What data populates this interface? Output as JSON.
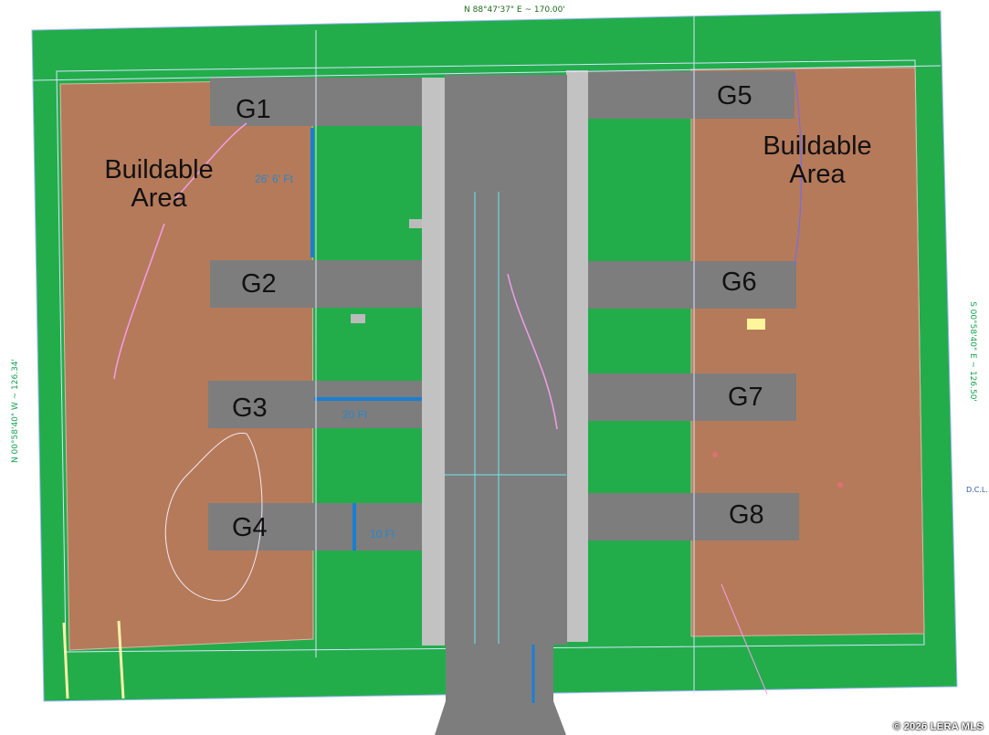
{
  "title_bar_bearing": "N 88°47'37\" E ~ 170.00'",
  "left_bearing": "N 00°58'40\" W ~ 126.34'",
  "right_bearing": "S 00°58'40\" E ~ 126.50'",
  "lots": [
    {
      "id": "G1",
      "label": "G1"
    },
    {
      "id": "G2",
      "label": "G2"
    },
    {
      "id": "G3",
      "label": "G3"
    },
    {
      "id": "G4",
      "label": "G4"
    },
    {
      "id": "G5",
      "label": "G5"
    },
    {
      "id": "G6",
      "label": "G6"
    },
    {
      "id": "G7",
      "label": "G7"
    },
    {
      "id": "G8",
      "label": "G8"
    }
  ],
  "buildable_left": {
    "line1": "Buildable",
    "line2": "Area"
  },
  "buildable_right": {
    "line1": "Buildable",
    "line2": "Area"
  },
  "dimensions": {
    "d1": "26' 6' Ft",
    "d2": "20 Ft",
    "d3": "10 Ft"
  },
  "dcl_label": "D.C.L.",
  "watermark": "© 2026 LERA MLS",
  "colors": {
    "green_space": "#22ad4a",
    "buildable": "#b57a5a",
    "driveway": "#7d7d7d",
    "walkway": "#c2c2c2",
    "dimension_blue": "#1a7fd4"
  }
}
